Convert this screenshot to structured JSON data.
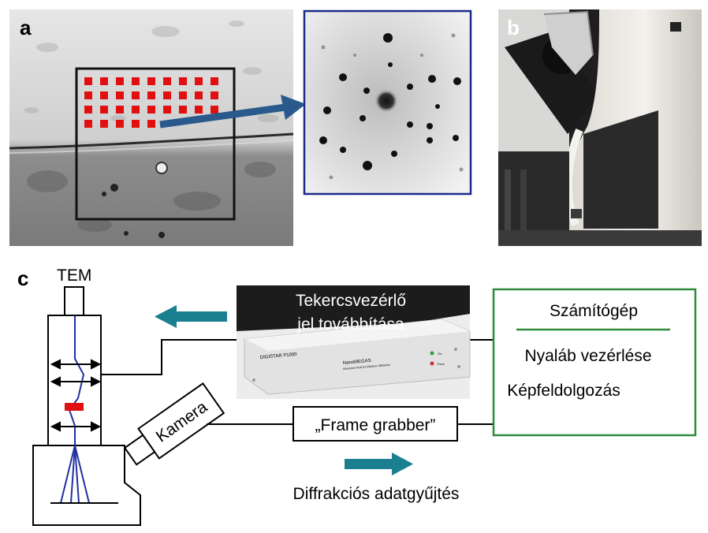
{
  "panels": {
    "a": {
      "label": "a"
    },
    "b": {
      "label": "b"
    },
    "c": {
      "label": "c"
    }
  },
  "diagram": {
    "tem_label": "TEM",
    "camera_label": "Kamera",
    "controller_line1": "Tekercsvezérlő",
    "controller_line2": "jel továbbítása",
    "frame_grabber": "„Frame grabber”",
    "computer_title": "Számítógép",
    "computer_item1": "Nyaláb vezérlése",
    "computer_item2": "Képfeldolgozás",
    "acquisition_label": "Diffrakciós adatgyűjtés"
  },
  "device_photo": {
    "model_text": "DIGISTAR P1000",
    "brand_text": "NanoMEGAS",
    "tagline_text": "Advanced Tools for Electron Diffraction",
    "led1": "On",
    "led2": "Error"
  },
  "colors": {
    "accent_arrow": "#1a7f8e",
    "dark_arrow": "#2a5a8c",
    "computer_border": "#2f8a3a",
    "beam": "#2030a0",
    "marker_red": "#e01010",
    "diffraction_frame": "#1c2a8a"
  }
}
